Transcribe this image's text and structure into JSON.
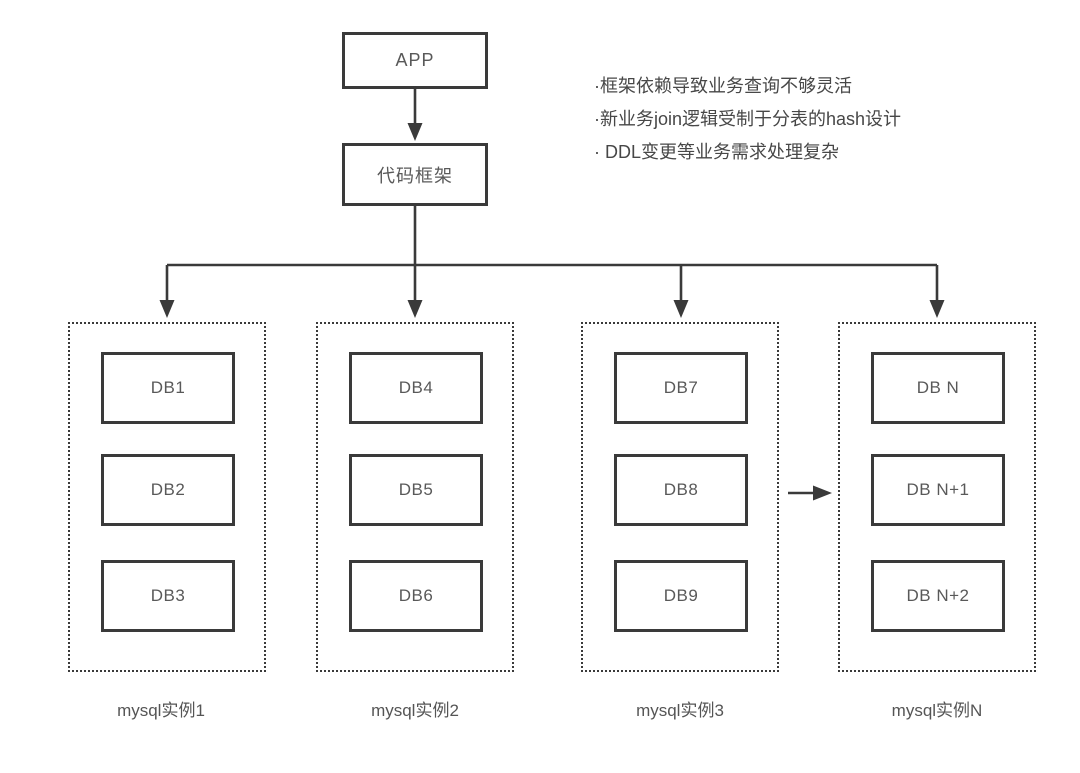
{
  "diagram": {
    "nodes": {
      "app": {
        "label": "APP"
      },
      "framework": {
        "label": "代码框架"
      }
    },
    "annotations": {
      "line1": "·框架依赖导致业务查询不够灵活",
      "line2": "·新业务join逻辑受制于分表的hash设计",
      "line3": "· DDL变更等业务需求处理复杂"
    },
    "groups": [
      {
        "label": "mysql实例1",
        "dbs": [
          "DB1",
          "DB2",
          "DB3"
        ]
      },
      {
        "label": "mysql实例2",
        "dbs": [
          "DB4",
          "DB5",
          "DB6"
        ]
      },
      {
        "label": "mysql实例3",
        "dbs": [
          "DB7",
          "DB8",
          "DB9"
        ]
      },
      {
        "label": "mysql实例N",
        "dbs": [
          "DB N",
          "DB N+1",
          "DB N+2"
        ]
      }
    ],
    "colors": {
      "line": "#3a3a3a",
      "text": "#595959",
      "background": "#ffffff"
    }
  }
}
